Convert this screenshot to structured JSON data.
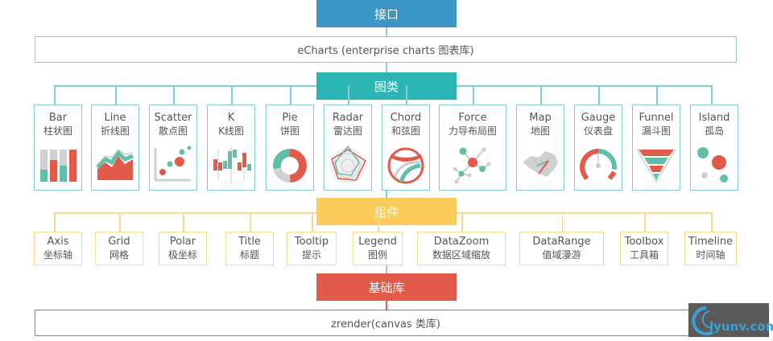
{
  "layers": {
    "interface": "接口",
    "chart_types": "图类",
    "components": "组件",
    "base": "基础库"
  },
  "echarts_box": "eCharts (enterprise charts 图表库)",
  "zrender_box": "zrender(canvas 类库)",
  "charts": [
    {
      "en": "Bar",
      "cn": "柱状图",
      "icon": "bar-chart-icon"
    },
    {
      "en": "Line",
      "cn": "折线图",
      "icon": "line-chart-icon"
    },
    {
      "en": "Scatter",
      "cn": "散点图",
      "icon": "scatter-chart-icon"
    },
    {
      "en": "K",
      "cn": "K线图",
      "icon": "candlestick-chart-icon"
    },
    {
      "en": "Pie",
      "cn": "饼图",
      "icon": "pie-chart-icon"
    },
    {
      "en": "Radar",
      "cn": "雷达图",
      "icon": "radar-chart-icon"
    },
    {
      "en": "Chord",
      "cn": "和弦图",
      "icon": "chord-chart-icon"
    },
    {
      "en": "Force",
      "cn": "力导布局图",
      "icon": "force-graph-icon"
    },
    {
      "en": "Map",
      "cn": "地图",
      "icon": "map-icon"
    },
    {
      "en": "Gauge",
      "cn": "仪表盘",
      "icon": "gauge-icon"
    },
    {
      "en": "Funnel",
      "cn": "漏斗图",
      "icon": "funnel-icon"
    },
    {
      "en": "Island",
      "cn": "孤岛",
      "icon": "island-icon"
    }
  ],
  "components": [
    {
      "en": "Axis",
      "cn": "坐标轴"
    },
    {
      "en": "Grid",
      "cn": "网格"
    },
    {
      "en": "Polar",
      "cn": "极坐标"
    },
    {
      "en": "Title",
      "cn": "标题"
    },
    {
      "en": "Tooltip",
      "cn": "提示"
    },
    {
      "en": "Legend",
      "cn": "图例"
    },
    {
      "en": "DataZoom",
      "cn": "数据区域缩放"
    },
    {
      "en": "DataRange",
      "cn": "值域漫游"
    },
    {
      "en": "Toolbox",
      "cn": "工具箱"
    },
    {
      "en": "Timeline",
      "cn": "时间轴"
    }
  ],
  "watermark": "lyunv.com",
  "colors": {
    "blue": "#3b95c7",
    "teal": "#2bb5b4",
    "yellow": "#fbcb5c",
    "red": "#e25b4a",
    "green": "#5fbfa8",
    "gray": "#d0d0d0"
  }
}
